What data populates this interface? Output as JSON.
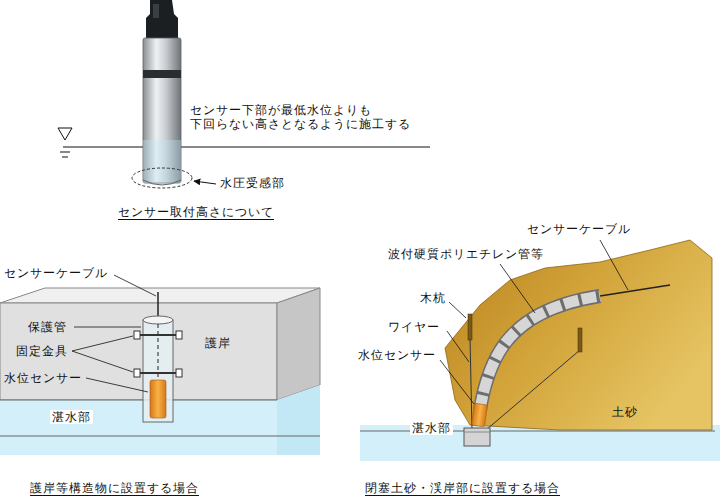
{
  "diagram": {
    "labels": [
      "センサー下部が最低水位よりも 下回らない高さとなるように施工する",
      "水圧受感部",
      "センサー取付高さについて",
      "センサーケーブル",
      "保護管",
      "固定金具",
      "水位センサー",
      "護岸",
      "湛水部",
      "護岸等構造物に設置する場合",
      "センサーケーブル",
      "波付硬質ポリエチレン管等",
      "木杭",
      "ワイヤー",
      "水位センサー",
      "土砂",
      "湛水部",
      "閉塞土砂・渓岸部に設置する場合"
    ]
  }
}
